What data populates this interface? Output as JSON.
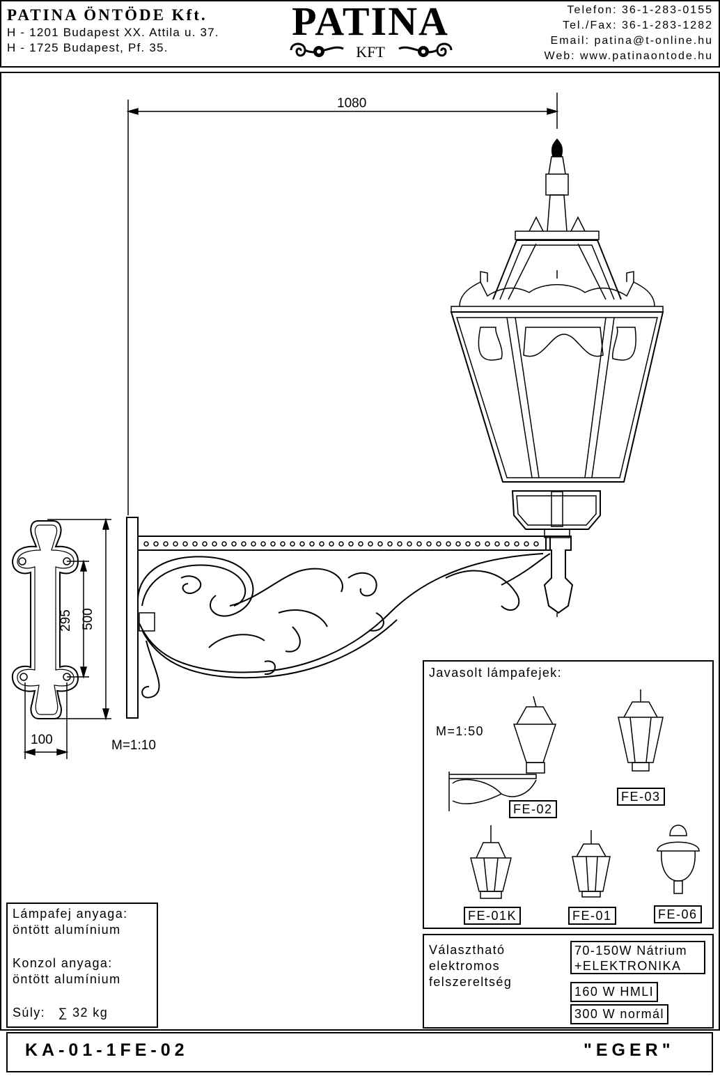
{
  "header": {
    "company": "PATINA ÖNTÖDE Kft.",
    "address_1": "H - 1201 Budapest XX. Attila u. 37.",
    "address_2": "H - 1725 Budapest, Pf. 35.",
    "brand": "PATINA",
    "brand_sub": "KFT",
    "phone": "Telefon: 36-1-283-0155",
    "fax": "Tel./Fax: 36-1-283-1282",
    "email": "Email: patina@t-online.hu",
    "web": "Web: www.patinaontode.hu"
  },
  "drawing": {
    "dim_width": "1080",
    "dim_plate_height": "500",
    "dim_hole_spacing": "295",
    "dim_plate_width": "100",
    "scale": "M=1:10"
  },
  "suggested": {
    "heading": "Javasolt lámpafejek:",
    "scale": "M=1:50",
    "labels": [
      "FE-02",
      "FE-03",
      "FE-01K",
      "FE-01",
      "FE-06"
    ]
  },
  "material": {
    "head_label": "Lámpafej anyaga:",
    "head_value": "öntött alumínium",
    "bracket_label": "Konzol anyaga:",
    "bracket_value": "öntött alumínium",
    "weight_label": "Súly:",
    "weight_value": "∑  32 kg"
  },
  "electrical": {
    "label_1": "Választható",
    "label_2": "elektromos",
    "label_3": "felszereltség",
    "option_1a": "70-150W Nátrium",
    "option_1b": "+ELEKTRONIKA",
    "option_2": "160 W HMLI",
    "option_3": "300 W normál"
  },
  "footer": {
    "code": "KA-01-1FE-02",
    "name": "\"EGER\""
  }
}
